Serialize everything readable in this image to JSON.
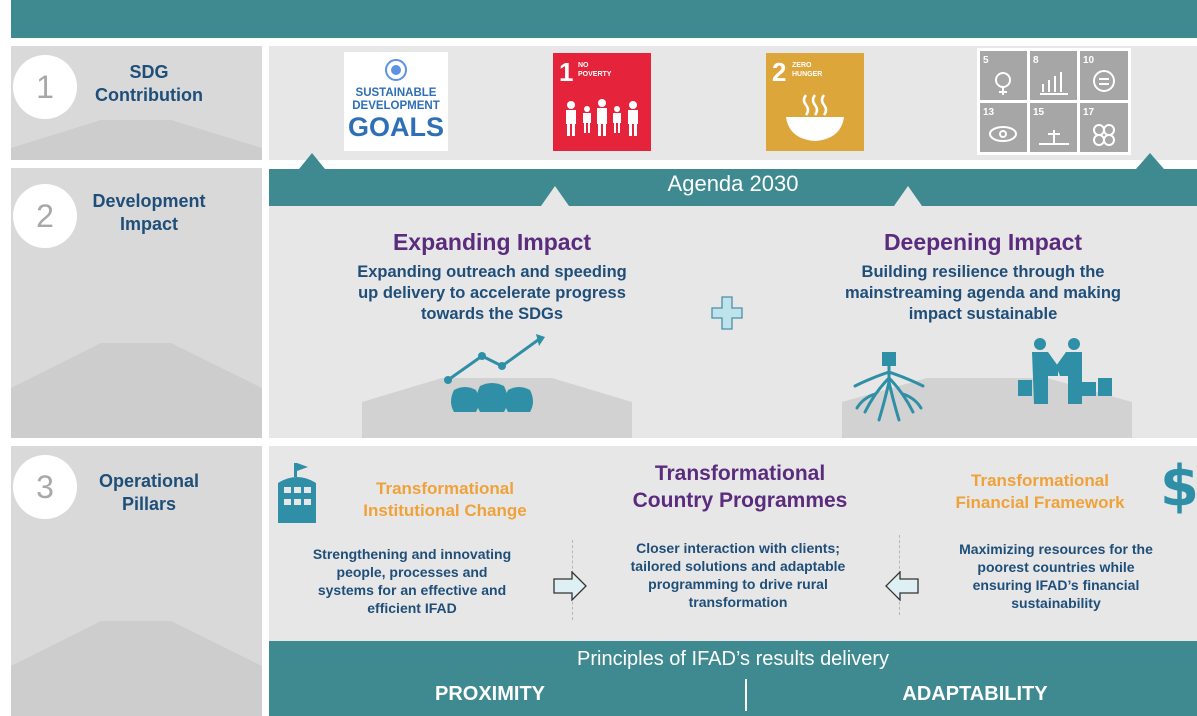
{
  "rows": [
    {
      "number": "1",
      "title_line1": "SDG",
      "title_line2": "Contribution"
    },
    {
      "number": "2",
      "title_line1": "Development",
      "title_line2": "Impact"
    },
    {
      "number": "3",
      "title_line1": "Operational",
      "title_line2": "Pillars"
    }
  ],
  "sdg": {
    "logo_line1": "SUSTAINABLE",
    "logo_line2": "DEVELOPMENT",
    "logo_line3": "GOALS",
    "goal1_number": "1",
    "goal1_label_line1": "NO",
    "goal1_label_line2": "POVERTY",
    "goal2_number": "2",
    "goal2_label_line1": "ZERO",
    "goal2_label_line2": "HUNGER",
    "grid_numbers": [
      "5",
      "8",
      "10",
      "13",
      "15",
      "17"
    ],
    "colors": {
      "goal1": "#e5243b",
      "goal2": "#dda63a",
      "grid": "#a6a6a6",
      "logo_blue": "#2e6fb5"
    }
  },
  "impact": {
    "agenda": "Agenda 2030",
    "expanding_title": "Expanding Impact",
    "expanding_line1": "Expanding outreach and speeding",
    "expanding_line2": "up delivery to accelerate progress",
    "expanding_line3": "towards the SDGs",
    "deepening_title": "Deepening Impact",
    "deepening_line1": "Building resilience through the",
    "deepening_line2": "mainstreaming agenda and making",
    "deepening_line3": "impact sustainable",
    "icons": [
      "growth-chart-icon",
      "plus-icon",
      "tree-roots-icon",
      "handshake-icon"
    ]
  },
  "pillars": {
    "left_title_line1": "Transformational",
    "left_title_line2": "Institutional Change",
    "left_text_line1": "Strengthening and innovating",
    "left_text_line2": "people, processes and",
    "left_text_line3": "systems for an effective and",
    "left_text_line4": "efficient IFAD",
    "center_title_line1": "Transformational",
    "center_title_line2": "Country Programmes",
    "center_text_line1": "Closer interaction with clients;",
    "center_text_line2": "tailored solutions and adaptable",
    "center_text_line3": "programming to drive rural",
    "center_text_line4": "transformation",
    "right_title_line1": "Transformational",
    "right_title_line2": "Financial Framework",
    "right_text_line1": "Maximizing resources for the",
    "right_text_line2": "poorest  countries while",
    "right_text_line3": "ensuring IFAD’s financial",
    "right_text_line4": "sustainability",
    "icons": [
      "building-icon",
      "dollar-icon",
      "arrow-right-icon",
      "arrow-left-icon"
    ]
  },
  "footer": {
    "principles": "Principles of IFAD’s results delivery",
    "left_word": "PROXIMITY",
    "right_word": "ADAPTABILITY"
  },
  "colors": {
    "teal": "#3f8a91",
    "navy_text": "#1f4e79",
    "purple_text": "#5b2c7e",
    "orange_text": "#f0a23a",
    "panel_gray": "#e7e7e7",
    "left_gray": "#d9d9d9"
  }
}
